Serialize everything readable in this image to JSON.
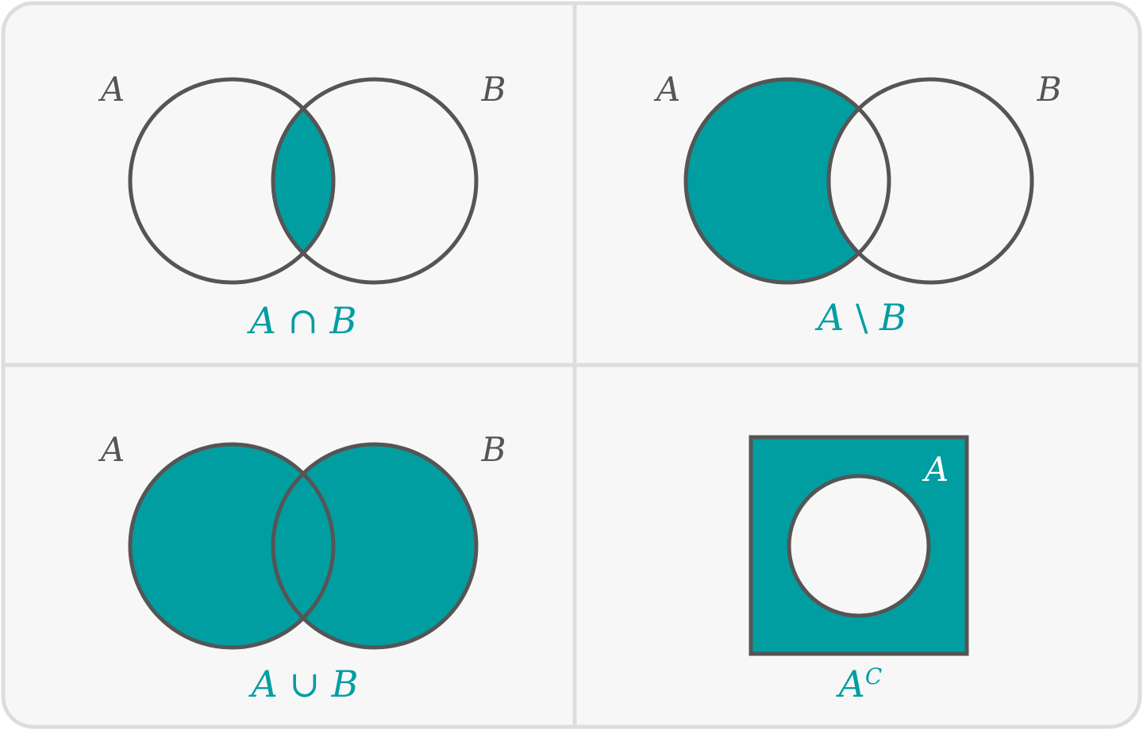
{
  "colors": {
    "fill": "#009ea1",
    "stroke": "#555555",
    "panel_bg": "#f7f7f8",
    "border": "#dddddd",
    "label_dark": "#555555",
    "label_accent": "#009ea1",
    "label_light": "#ffffff"
  },
  "panels": [
    {
      "id": "intersection",
      "set_a": "A",
      "set_b": "B",
      "op_left": "A",
      "op_symbol": "∩",
      "op_right": "B"
    },
    {
      "id": "difference",
      "set_a": "A",
      "set_b": "B",
      "op_left": "A",
      "op_symbol": "\\",
      "op_right": "B"
    },
    {
      "id": "union",
      "set_a": "A",
      "set_b": "B",
      "op_left": "A",
      "op_symbol": "∪",
      "op_right": "B"
    },
    {
      "id": "complement",
      "set_a": "A",
      "op_base": "A",
      "op_sup": "C"
    }
  ]
}
